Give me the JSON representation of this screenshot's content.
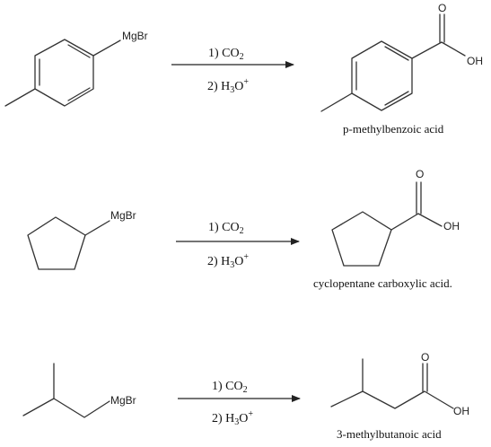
{
  "reactions": [
    {
      "reactant_label": "MgBr",
      "step1": {
        "prefix": "1) CO",
        "sub": "2"
      },
      "step2": {
        "prefix": "2) H",
        "sub": "3",
        "mid": "O",
        "sup": "+"
      },
      "product_o_label": "O",
      "product_oh_label": "OH",
      "product_name": "p-methylbenzoic acid"
    },
    {
      "reactant_label": "MgBr",
      "step1": {
        "prefix": "1) CO",
        "sub": "2"
      },
      "step2": {
        "prefix": "2) H",
        "sub": "3",
        "mid": "O",
        "sup": "+"
      },
      "product_o_label": "O",
      "product_oh_label": "OH",
      "product_name": "cyclopentane carboxylic acid."
    },
    {
      "reactant_label": "MgBr",
      "step1": {
        "prefix": "1) CO",
        "sub": "2"
      },
      "step2": {
        "prefix": "2) H",
        "sub": "3",
        "mid": "O",
        "sup": "+"
      },
      "product_o_label": "O",
      "product_oh_label": "OH",
      "product_name": "3-methylbutanoic acid"
    }
  ]
}
